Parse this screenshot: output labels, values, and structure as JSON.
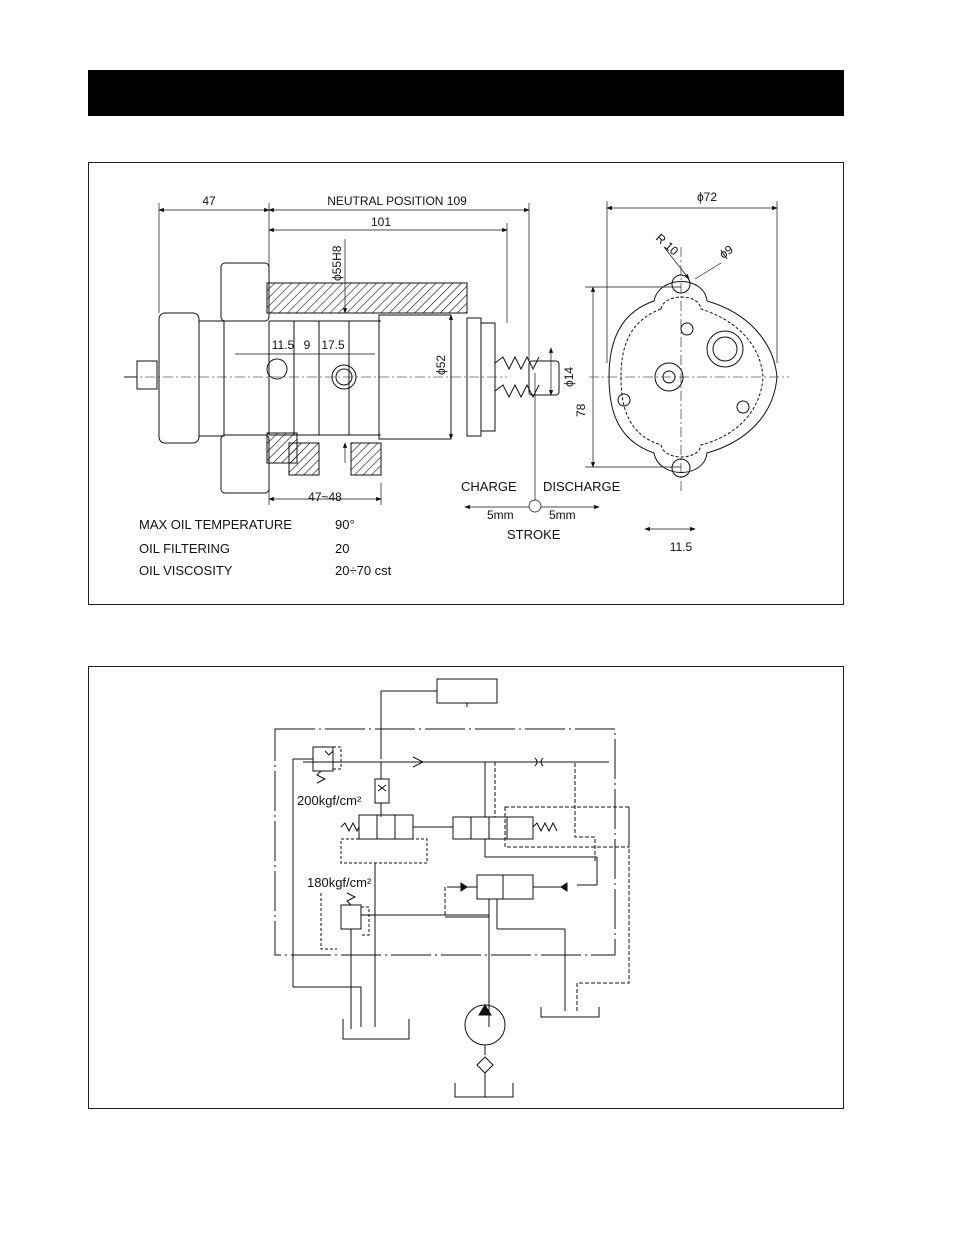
{
  "header": {
    "title": ""
  },
  "dimension_drawing": {
    "dims": {
      "d47": "47",
      "neutral": "NEUTRAL POSITION 109",
      "d101": "101",
      "d55h8": "ϕ55H8",
      "d11_5": "11.5",
      "d9": "9",
      "d17_5": "17.5",
      "d52": "ϕ52",
      "d14": "ϕ14",
      "d47_48": "47~48",
      "d72": "ϕ72",
      "r10": "R 10",
      "d9b": "ϕ9",
      "d78": "78",
      "d11_5b": "11.5"
    },
    "stroke": {
      "charge": "CHARGE",
      "discharge": "DISCHARGE",
      "left_mm": "5mm",
      "right_mm": "5mm",
      "label": "STROKE"
    },
    "specs": [
      {
        "label": "MAX OIL TEMPERATURE",
        "value": "90°"
      },
      {
        "label": "OIL FILTERING",
        "value": "20"
      },
      {
        "label": "OIL VISCOSITY",
        "value": "20÷70 cst"
      }
    ]
  },
  "hydraulic_circuit": {
    "relief1": "200kgf/cm²",
    "relief2": "180kgf/cm²"
  }
}
